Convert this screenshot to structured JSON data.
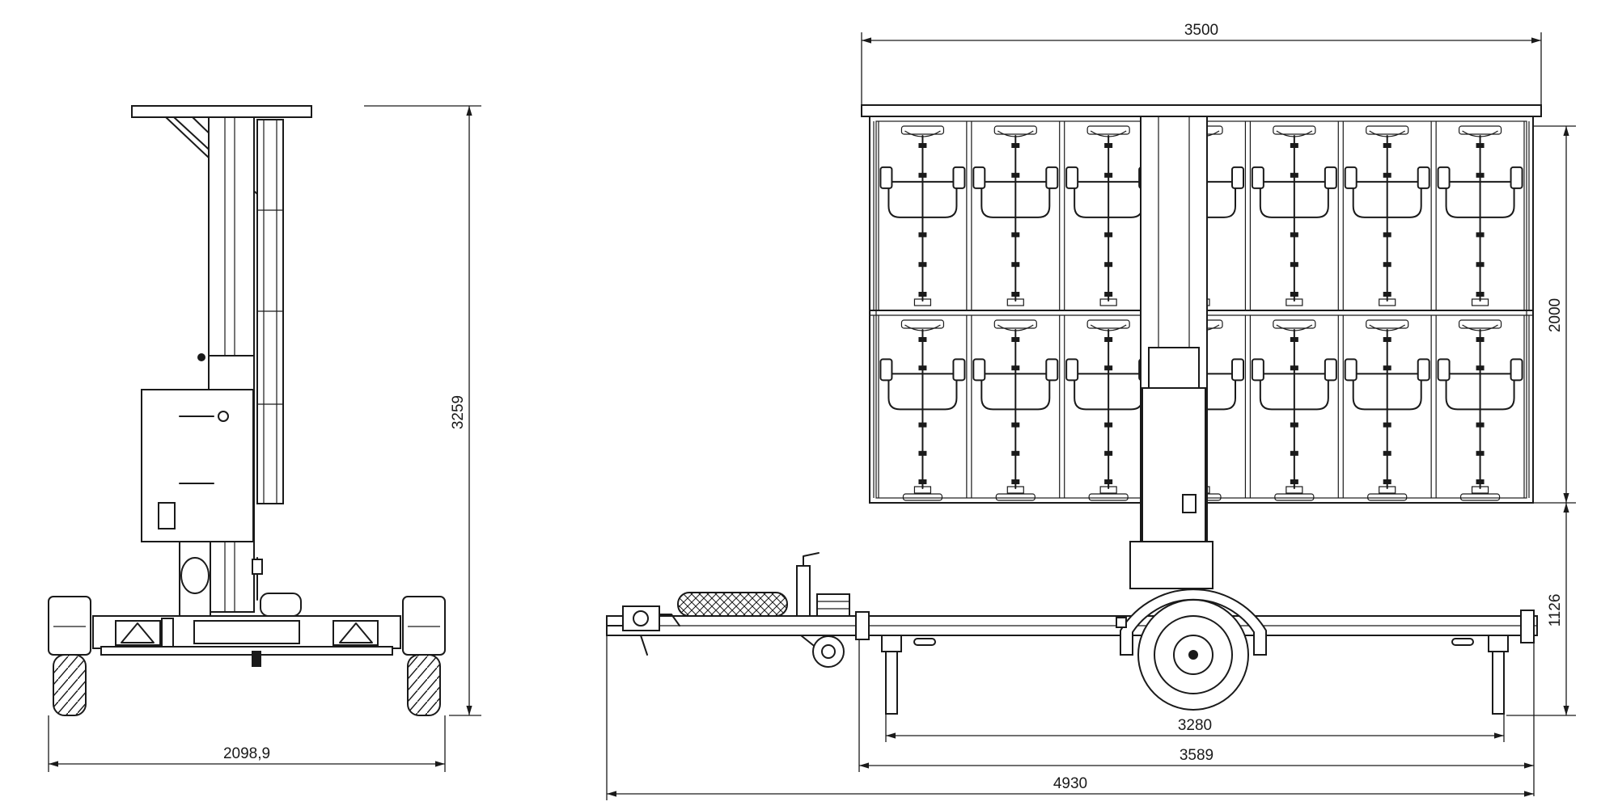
{
  "dimensions": {
    "side_width": "2098,9",
    "side_height": "3259",
    "panel_width": "3500",
    "panel_height": "2000",
    "bottom_height": "1126",
    "axle_span": "3280",
    "frame_length": "3589",
    "total_length": "4930"
  },
  "colors": {
    "line": "#1a1a1a",
    "background": "#ffffff"
  }
}
